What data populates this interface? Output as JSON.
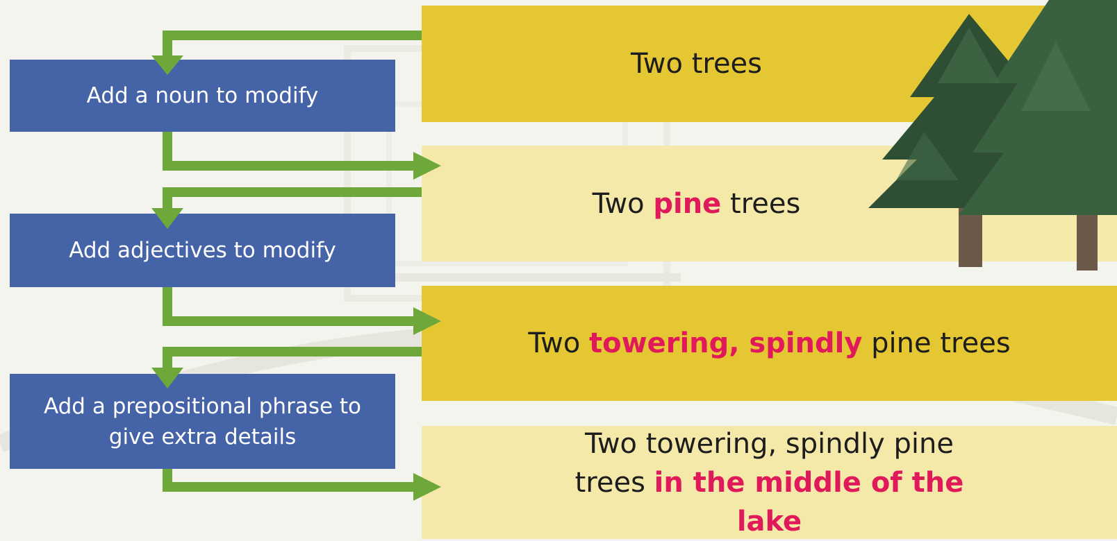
{
  "steps": [
    {
      "label": "Add a noun to modify"
    },
    {
      "label": "Add adjectives to modify"
    },
    {
      "label": "Add a prepositional phrase to give extra details"
    }
  ],
  "phrases": [
    {
      "before": "Two trees",
      "highlight": "",
      "after": ""
    },
    {
      "before": "Two ",
      "highlight": "pine",
      "after": " trees"
    },
    {
      "before": "Two ",
      "highlight": "towering, spindly",
      "after": " pine trees"
    },
    {
      "before": "Two towering, spindly pine trees ",
      "highlight": "in the middle of the lake",
      "after": ""
    }
  ],
  "colors": {
    "step_box": "#4563a7",
    "phrase_dark": "#e4c732",
    "phrase_light": "#f5e9aa",
    "arrow": "#6fa83a",
    "highlight_text": "#e0195b"
  },
  "icons": {
    "tree": "pine-trees-illustration"
  }
}
